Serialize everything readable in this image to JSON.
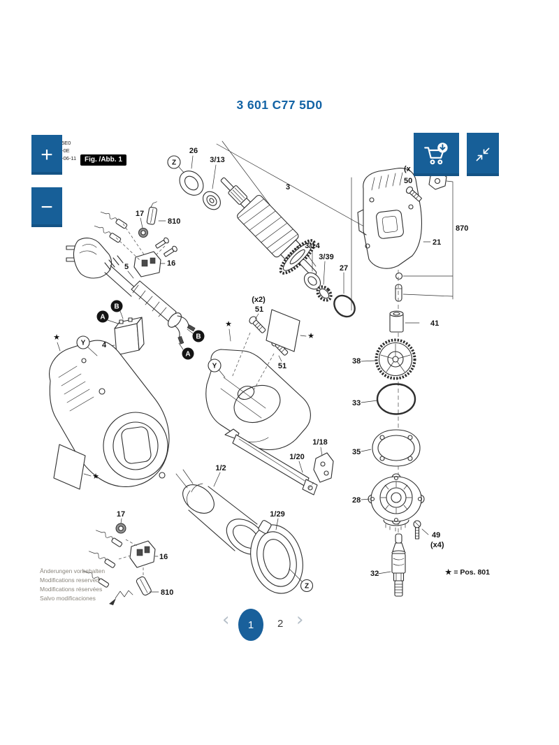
{
  "header": {
    "part_number": "3 601 C77 5D0",
    "code_lines": [
      "5E0",
      "-0E",
      "-06-11"
    ],
    "fig_label": "Fig. /Abb. 1"
  },
  "controls": {
    "zoom_in": "+",
    "zoom_out": "−"
  },
  "diagram": {
    "callouts": {
      "c26": "26",
      "c3_13": "3/13",
      "c3": "3",
      "c17_top": "17",
      "c810_top": "810",
      "c16_top": "16",
      "c5": "5",
      "c3_14": "3/14",
      "c3_39": "3/39",
      "c27": "27",
      "c50_mult": "(x",
      "c50": "50",
      "c21": "21",
      "c870": "870",
      "c41": "41",
      "c38": "38",
      "c33": "33",
      "c35": "35",
      "c28": "28",
      "c49": "49",
      "c49_mult": "(x4)",
      "c32": "32",
      "c51_mult": "(x2)",
      "c51a": "51",
      "c51b": "51",
      "c4": "4",
      "c1_2": "1/2",
      "c1_20": "1/20",
      "c1_18": "1/18",
      "c1_29": "1/29",
      "c17_bottom": "17",
      "c16_bottom": "16",
      "c810_bottom": "810"
    },
    "markers": {
      "z": "Z",
      "y": "Y",
      "a": "A",
      "b": "B",
      "star": "★"
    },
    "star_note": "★ = Pos. 801"
  },
  "footer": {
    "legal_lines": [
      "Änderungen vorbehalten",
      "Modifications reserved",
      "Modifications réservées",
      "Salvo modificaciones"
    ],
    "pagination": {
      "prev": "‹",
      "page1": "1",
      "page2": "2",
      "next": "›"
    }
  },
  "colors": {
    "accent_blue": "#175f98",
    "title_blue": "#1263a5",
    "pagination_active": "#19609b"
  }
}
